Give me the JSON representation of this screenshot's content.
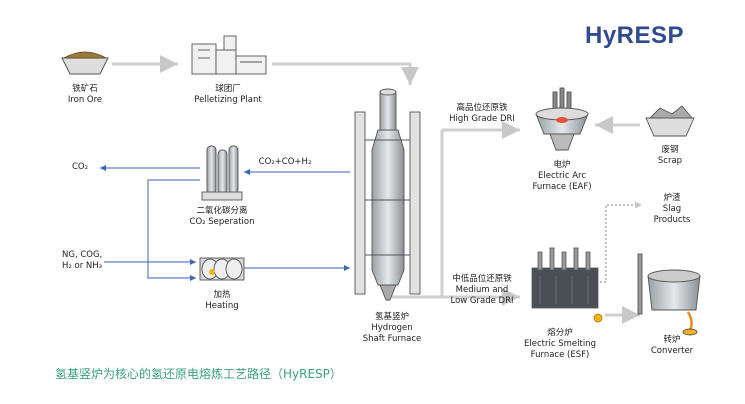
{
  "logo": "HyRESP",
  "caption": "氢基竖炉为核心的氢还原电熔炼工艺路径（HyRESP）",
  "labels": {
    "iron_ore": {
      "zh": "铁矿石",
      "en": "Iron Ore"
    },
    "pelletizing": {
      "zh": "球团厂",
      "en": "Pelletizing Plant"
    },
    "co2_out": "CO₂",
    "co2_sep": {
      "zh": "二氧化碳分离",
      "en": "CO₂ Seperation"
    },
    "gas_in": {
      "l1": "NG, COG,",
      "l2": "H₂ or NH₃"
    },
    "heating": {
      "zh": "加热",
      "en": "Heating"
    },
    "offgas": "CO₂+CO+H₂",
    "shaft": {
      "zh": "氢基竖炉",
      "en1": "Hydrogen",
      "en2": "Shaft Furnace"
    },
    "high_dri": {
      "zh": "高品位还原铁",
      "en": "High Grade DRI"
    },
    "low_dri": {
      "zh": "中低品位还原铁",
      "en1": "Medium and",
      "en2": "Low Grade DRI"
    },
    "eaf": {
      "zh": "电炉",
      "en1": "Electric Arc",
      "en2": "Furnace (EAF)"
    },
    "scrap": {
      "zh": "废钢",
      "en": "Scrap"
    },
    "slag": {
      "zh": "炉渣",
      "en1": "Slag",
      "en2": "Products"
    },
    "esf": {
      "zh": "熔分炉",
      "en1": "Electric Smelting",
      "en2": "Furnace (ESF)"
    },
    "converter": {
      "zh": "转炉",
      "en": "Converter"
    }
  }
}
